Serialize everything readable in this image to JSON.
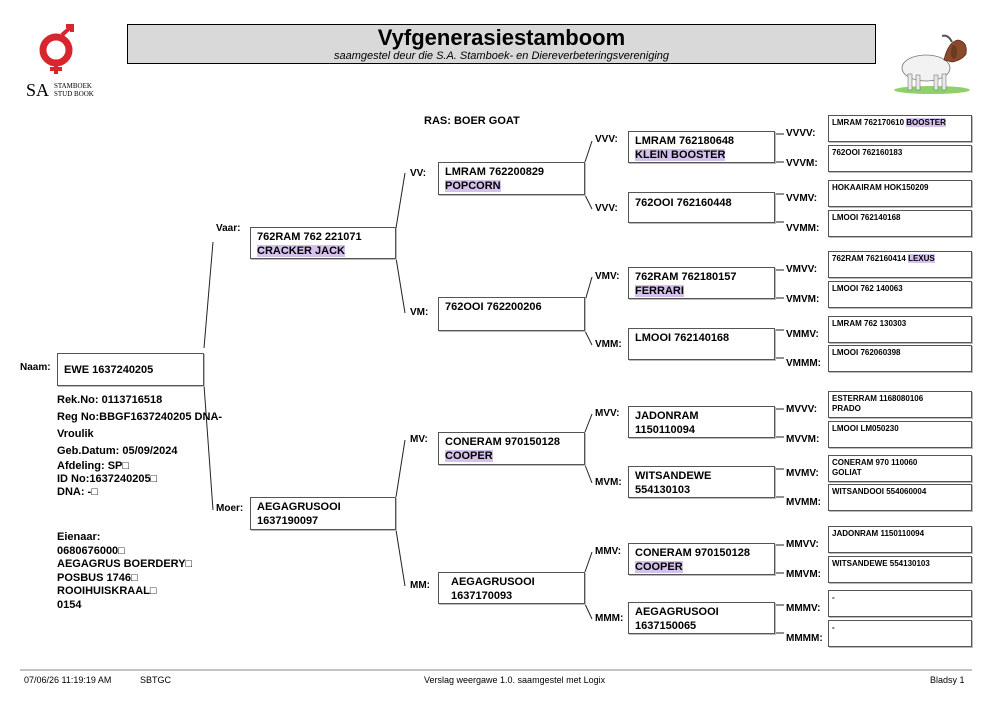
{
  "header": {
    "title": "Vyfgenerasiestamboom",
    "subtitle": "saamgestel deur die S.A. Stamboek- en Diereverbeteringsvereniging",
    "logo_text": "SA",
    "logo_line1": "STAMBOEK",
    "logo_line2": "STUD BOOK",
    "logo_color": "#d7262e"
  },
  "breed": "RAS: BOER GOAT",
  "animal": {
    "label": "Naam:",
    "name": "EWE 1637240205",
    "rek": "Rek.No: 0113716518",
    "reg": "Reg No:BBGF1637240205 DNA-",
    "sex": "Vroulik",
    "dob": "Geb.Datum: 05/09/2024",
    "division": "Afdeling: SP□",
    "id": "ID No:1637240205□",
    "dna": "DNA: -□"
  },
  "owner": {
    "label": "Eienaar:",
    "phone": "0680676000□",
    "name": "AEGAGRUS BOERDERY□",
    "address1": "POSBUS 1746□",
    "address2": "ROOIHUISKRAAL□",
    "code": "0154"
  },
  "gen1": {
    "sire": {
      "label": "Vaar:",
      "line1": "762RAM 762 221071",
      "line2": "CRACKER JACK"
    },
    "dam": {
      "label": "Moer:",
      "line1": "AEGAGRUSOOI",
      "line2": "1637190097"
    }
  },
  "gen2": {
    "vv": {
      "label": "VV:",
      "line1": "LMRAM 762200829",
      "line2": "POPCORN"
    },
    "vm": {
      "label": "VM:",
      "line1": "762OOI 762200206",
      "line2": ""
    },
    "mv": {
      "label": "MV:",
      "line1": "CONERAM 970150128",
      "line2": "COOPER"
    },
    "mm": {
      "label": "MM:",
      "line1": "AEGAGRUSOOI",
      "line2": "1637170093"
    }
  },
  "gen3": {
    "vvv": {
      "label": "VVV:",
      "line1": "LMRAM 762180648",
      "line2": "KLEIN BOOSTER"
    },
    "vvm": {
      "label": "VVV:",
      "line1": "762OOI 762160448",
      "line2": ""
    },
    "vmv": {
      "label": "VMV:",
      "line1": "762RAM 762180157",
      "line2": "FERRARI"
    },
    "vmm": {
      "label": "VMM:",
      "line1": "LMOOI 762140168",
      "line2": ""
    },
    "mvv": {
      "label": "MVV:",
      "line1": "JADONRAM",
      "line2": "1150110094"
    },
    "mvm": {
      "label": "MVM:",
      "line1": "WITSANDEWE",
      "line2": "554130103"
    },
    "mmv": {
      "label": "MMV:",
      "line1": "CONERAM 970150128",
      "line2": "COOPER"
    },
    "mmm": {
      "label": "MMM:",
      "line1": "AEGAGRUSOOI",
      "line2": "1637150065"
    }
  },
  "gen4": {
    "vvvv": {
      "label": "VVVV:",
      "text": "LMRAM 762170610",
      "hl": "BOOSTER",
      "line2": ""
    },
    "vvvm": {
      "label": "VVVM:",
      "text": "762OOI 762160183",
      "hl": "",
      "line2": ""
    },
    "vvmv": {
      "label": "VVMV:",
      "text": "HOKAAIRAM HOK150209",
      "hl": "",
      "line2": ""
    },
    "vvmm": {
      "label": "VVMM:",
      "text": "LMOOI 762140168",
      "hl": "",
      "line2": ""
    },
    "vmvv": {
      "label": "VMVV:",
      "text": "762RAM 762160414",
      "hl": "LEXUS",
      "line2": ""
    },
    "vmvm": {
      "label": "VMVM:",
      "text": "LMOOI 762 140063",
      "hl": "",
      "line2": ""
    },
    "vmmv": {
      "label": "VMMV:",
      "text": "LMRAM 762 130303",
      "hl": "",
      "line2": ""
    },
    "vmmm": {
      "label": "VMMM:",
      "text": "LMOOI 762060398",
      "hl": "",
      "line2": ""
    },
    "mvvv": {
      "label": "MVVV:",
      "text": "ESTERRAM  1168080106",
      "hl": "",
      "line2": "PRADO"
    },
    "mvvm": {
      "label": "MVVM:",
      "text": "LMOOI LM050230",
      "hl": "",
      "line2": ""
    },
    "mvmv": {
      "label": "MVMV:",
      "text": "CONERAM 970 110060",
      "hl": "",
      "line2": "GOLIAT"
    },
    "mvmm": {
      "label": "MVMM:",
      "text": "WITSANDOOI 554060004",
      "hl": "",
      "line2": ""
    },
    "mmvv": {
      "label": "MMVV:",
      "text": "JADONRAM 1150110094",
      "hl": "",
      "line2": ""
    },
    "mmvm": {
      "label": "MMVM:",
      "text": "WITSANDEWE 554130103",
      "hl": "",
      "line2": ""
    },
    "mmmv": {
      "label": "MMMV:",
      "text": "-",
      "hl": "",
      "line2": ""
    },
    "mmmm": {
      "label": "MMMM:",
      "text": "-",
      "hl": "",
      "line2": ""
    }
  },
  "footer": {
    "datetime": "07/06/26 11:19:19 AM",
    "code": "SBTGC",
    "report": "Verslag weergawe 1.0. saamgestel met Logix",
    "page": "Bladsy 1"
  }
}
